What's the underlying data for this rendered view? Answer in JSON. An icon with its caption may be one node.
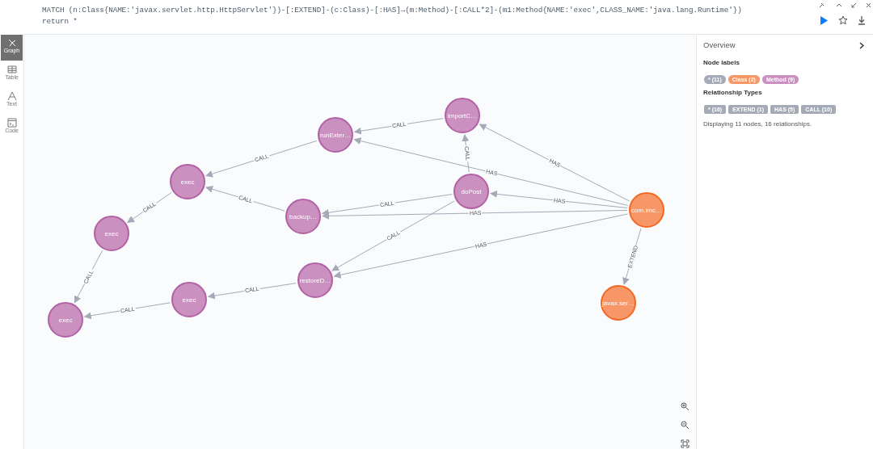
{
  "diagram": {
    "nodes": [
      {
        "text": [
          "importC…"
        ]
      },
      {
        "text": [
          "runExter…"
        ]
      },
      {
        "text": [
          "exec"
        ]
      },
      {
        "text": [
          "doPost"
        ]
      },
      {
        "text": [
          "backup…"
        ]
      },
      {
        "text": [
          "com.imc…"
        ]
      },
      {
        "text": [
          "exec"
        ]
      },
      {
        "text": [
          "restoreD…"
        ]
      },
      {
        "text": [
          "exec"
        ]
      },
      {
        "text": [
          "javax.ser…"
        ]
      },
      {
        "text": [
          "exec"
        ]
      }
    ],
    "edges": [
      {
        "from": 0,
        "to": 1,
        "arrow": "to",
        "label": "CALL"
      },
      {
        "from": 1,
        "to": 2,
        "arrow": "to",
        "label": "CALL"
      },
      {
        "from": 3,
        "to": 0,
        "arrow": "to",
        "label": "CALL"
      },
      {
        "from": 3,
        "to": 4,
        "arrow": "to",
        "label": "CALL"
      },
      {
        "from": 3,
        "to": 7,
        "arrow": "to",
        "label": "CALL"
      },
      {
        "from": 4,
        "to": 2,
        "arrow": "to",
        "label": "CALL"
      },
      {
        "from": 2,
        "to": 6,
        "arrow": "to",
        "label": "CALL"
      },
      {
        "from": 6,
        "to": 10,
        "arrow": "to",
        "label": "CALL"
      },
      {
        "from": 7,
        "to": 8,
        "arrow": "to",
        "label": "CALL"
      },
      {
        "from": 8,
        "to": 10,
        "arrow": "to",
        "label": "CALL"
      },
      {
        "from": 5,
        "to": 0,
        "arrow": "to",
        "label": "HAS"
      },
      {
        "from": 5,
        "to": 1,
        "arrow": "to",
        "label": "HAS"
      },
      {
        "from": 5,
        "to": 3,
        "arrow": "to",
        "label": "HAS"
      },
      {
        "from": 5,
        "to": 4,
        "arrow": "to",
        "label": "HAS"
      },
      {
        "from": 5,
        "to": 7,
        "arrow": "to",
        "label": "HAS"
      },
      {
        "from": 5,
        "to": 9,
        "arrow": "to",
        "label": "EXTEND"
      }
    ],
    "labels": [
      "MATCH (n:Class{NAME:'javax.servlet.http.HttpServlet'})-[:EXTEND]-(c:Class)-[:HAS]→(m:Method)-[:CALL*2]-(m1:Method{NAME:'exec',CLASS_NAME:'java.lang.Runtime'})",
      "return *",
      "Graph",
      "Table",
      "Text",
      "Code",
      "Overview",
      "Node labels",
      "Relationship Types",
      "Displaying 11 nodes, 16 relationships."
    ],
    "legend": [
      {
        "text": "* (11)",
        "color": "#a5abb6"
      },
      {
        "text": "Class (2)",
        "color": "#f79767"
      },
      {
        "text": "Method (9)",
        "color": "#c990c0"
      },
      {
        "text": "* (16)",
        "color": "#a5abb6"
      },
      {
        "text": "EXTEND (1)",
        "color": "#a5abb6"
      },
      {
        "text": "HAS (5)",
        "color": "#a5abb6"
      },
      {
        "text": "CALL (10)",
        "color": "#a5abb6"
      }
    ]
  }
}
